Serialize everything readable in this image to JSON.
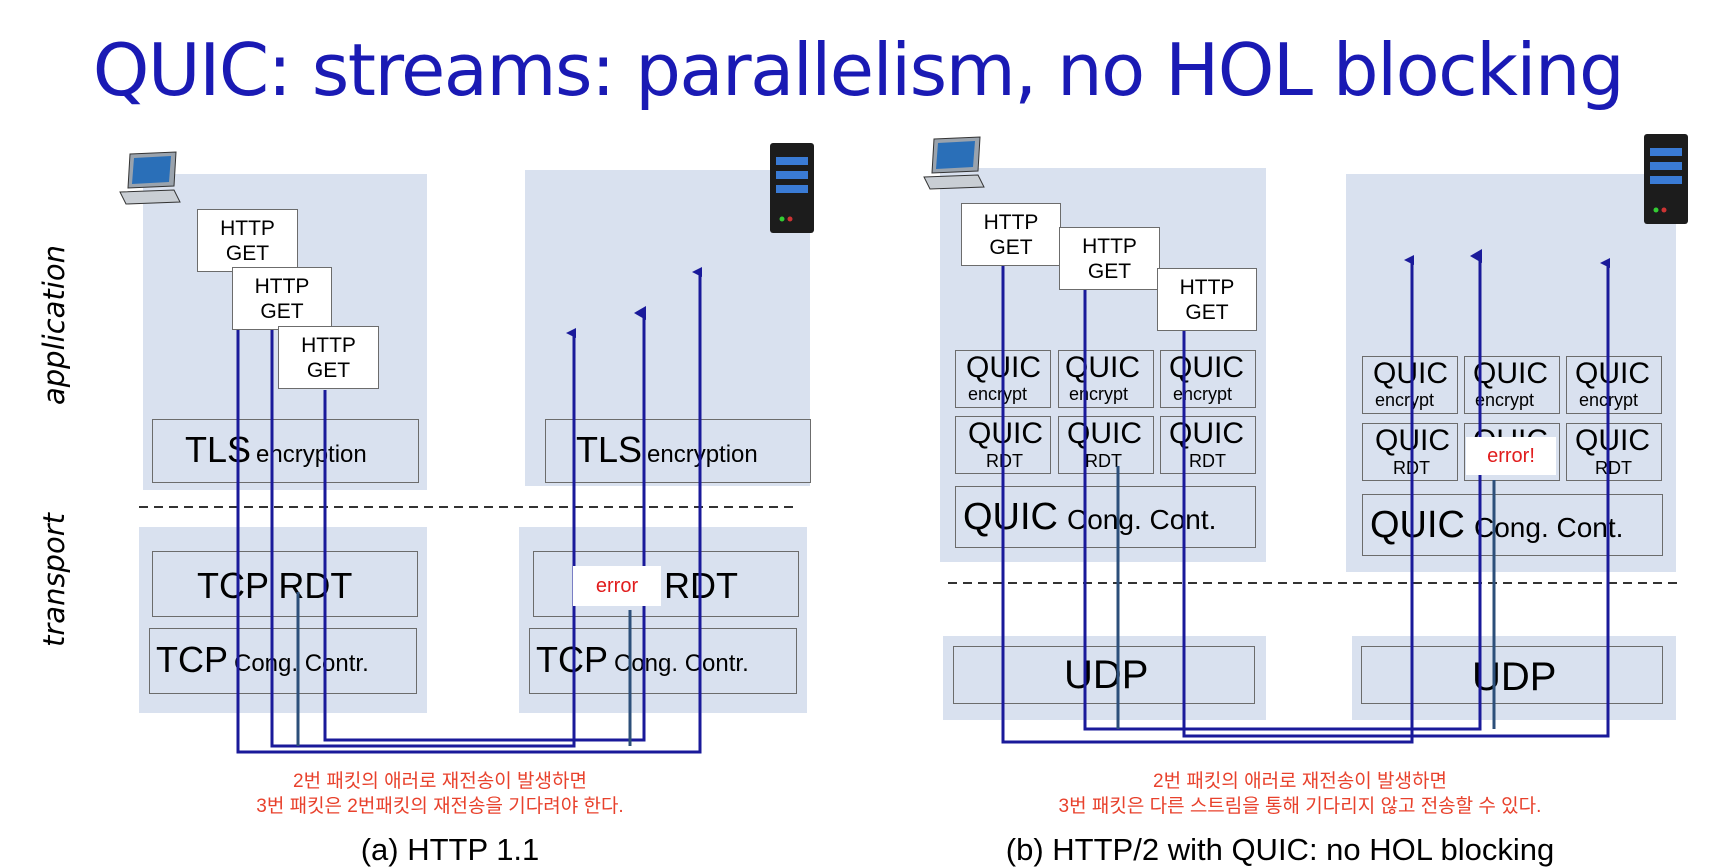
{
  "title": "QUIC: streams: parallelism, no HOL blocking",
  "layers": {
    "application": "application",
    "transport": "transport"
  },
  "left": {
    "http_get": [
      {
        "line1": "HTTP",
        "line2": "GET"
      },
      {
        "line1": "HTTP",
        "line2": "GET"
      },
      {
        "line1": "HTTP",
        "line2": "GET"
      }
    ],
    "tls_client": {
      "big": "TLS",
      "small": "encryption"
    },
    "tls_server": {
      "big": "TLS",
      "small": "encryption"
    },
    "tcp_rdt_client": "TCP RDT",
    "tcp_rdt_server": "RDT",
    "tcp_cc_client": {
      "big": "TCP",
      "small": "Cong. Contr."
    },
    "tcp_cc_server": {
      "big": "TCP",
      "small": "Cong. Contr."
    },
    "error": "error",
    "note_line1": "2번 패킷의 애러로 재전송이 발생하면",
    "note_line2": "3번 패킷은 2번패킷의 재전송을 기다려야 한다.",
    "caption": "(a) HTTP 1.1"
  },
  "right": {
    "http_get": [
      {
        "line1": "HTTP",
        "line2": "GET"
      },
      {
        "line1": "HTTP",
        "line2": "GET"
      },
      {
        "line1": "HTTP",
        "line2": "GET"
      }
    ],
    "quic_encrypt": {
      "big": "QUIC",
      "small": "encrypt"
    },
    "quic_rdt": {
      "big": "QUIC",
      "small": "RDT"
    },
    "quic_cc": {
      "big": "QUIC",
      "small": "Cong. Cont."
    },
    "udp": "UDP",
    "error": "error!",
    "note_line1": "2번 패킷의 애러로 재전송이 발생하면",
    "note_line2": "3번 패킷은 다른 스트림을 통해 기다리지 않고 전송할 수 있다.",
    "caption": "(b) HTTP/2 with QUIC: no HOL blocking"
  },
  "icons": [
    "laptop-icon",
    "server-icon"
  ],
  "colors": {
    "title": "#1a1ab4",
    "line": "#1a1a9a",
    "panel": "#d9e1ef",
    "error": "#e11d1d",
    "note": "#e8412c"
  }
}
